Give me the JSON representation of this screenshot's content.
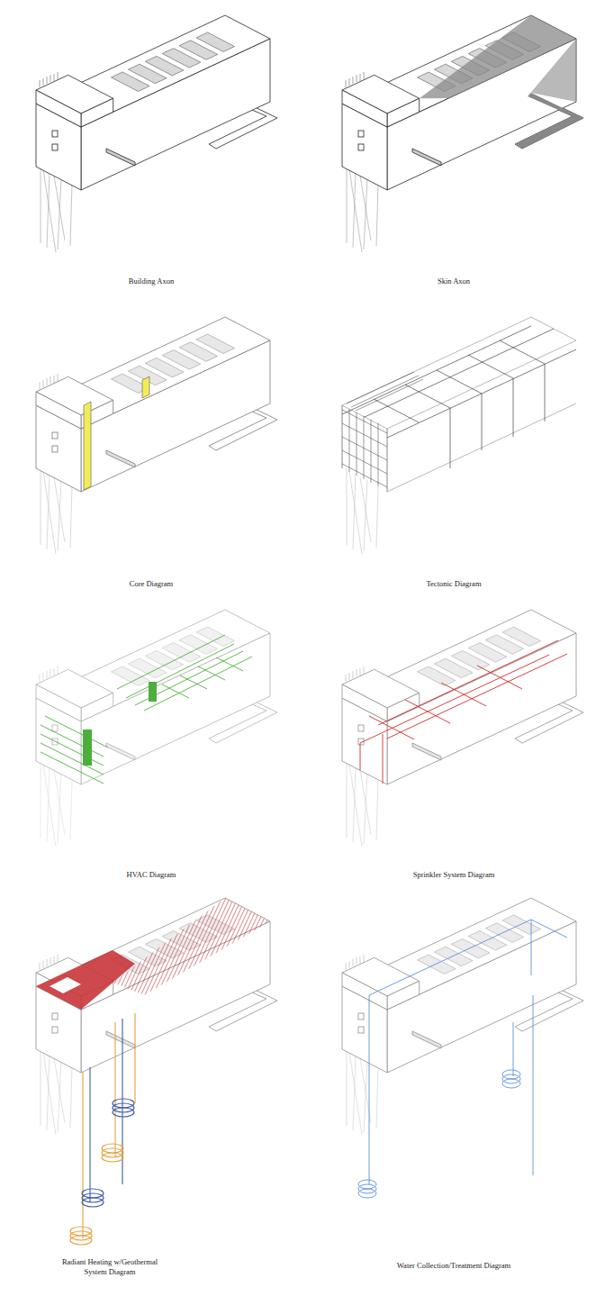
{
  "diagram": {
    "labels": [
      "Building Axon",
      "Skin Axon",
      "Core Diagram",
      "Tectonic Diagram",
      "HVAC Diagram",
      "Sprinkler System Diagram",
      "Radiant Heating w/Geothermal System Diagram",
      "Water Collection/Treatment Diagram"
    ]
  }
}
